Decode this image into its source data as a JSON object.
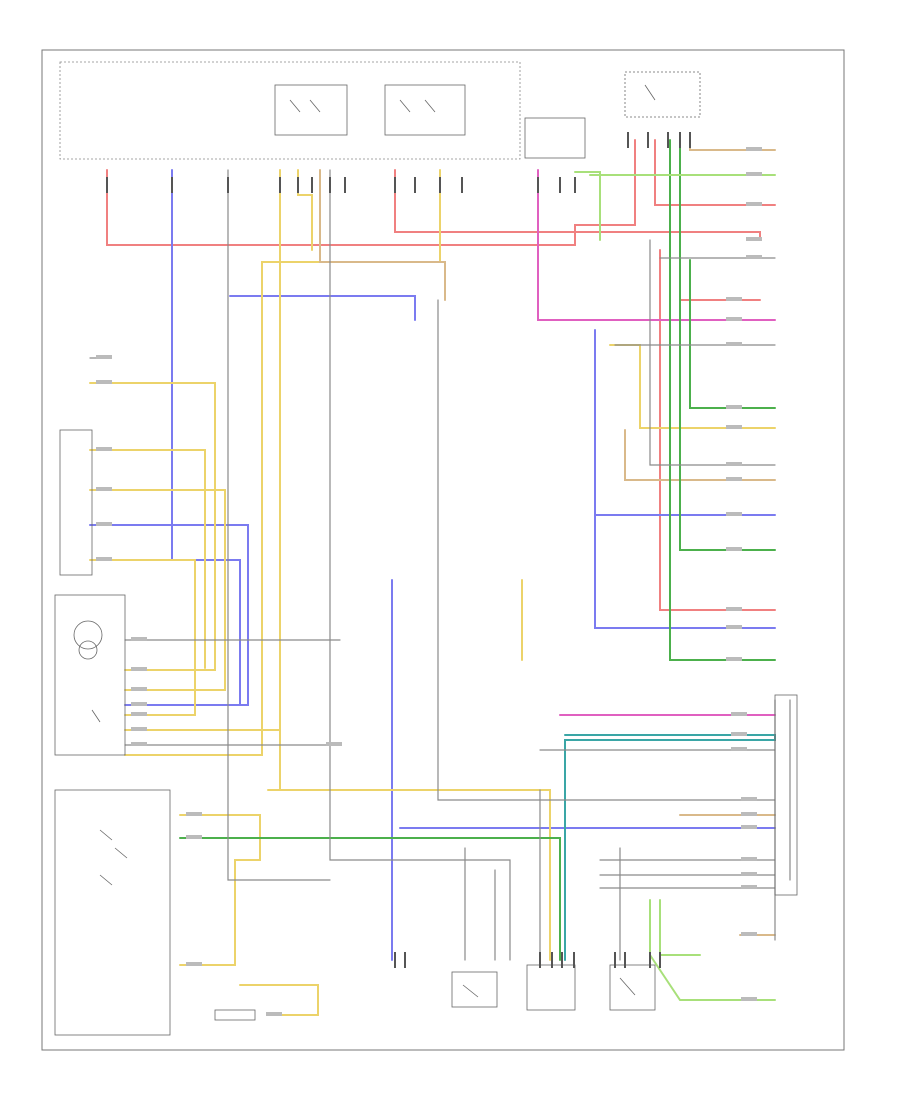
{
  "diagram": {
    "corner_label": "",
    "footer_code": "",
    "components": [
      {
        "id": "hot_fuse_left",
        "label": ""
      },
      {
        "id": "fuse_center",
        "label": ""
      },
      {
        "id": "hot_fuse_mid",
        "label": ""
      },
      {
        "id": "relay_1",
        "label": ""
      },
      {
        "id": "relay_2",
        "label": ""
      },
      {
        "id": "top_fuse_box",
        "label": ""
      },
      {
        "id": "cooling_fan_relay",
        "label": ""
      },
      {
        "id": "blower_motor",
        "label": ""
      },
      {
        "id": "blower_resistor",
        "label": ""
      },
      {
        "id": "blower_switch",
        "label": ""
      },
      {
        "id": "ac_switch",
        "label": ""
      },
      {
        "id": "ac_pressure_switch",
        "label": ""
      },
      {
        "id": "ambient_sensor",
        "label": ""
      },
      {
        "id": "evap_temp_sensor",
        "label": ""
      },
      {
        "id": "compressor_clutch",
        "label": ""
      },
      {
        "id": "coolant_sw",
        "label": ""
      },
      {
        "id": "ecm",
        "label": ""
      },
      {
        "id": "refrig_temp_sw",
        "label": ""
      },
      {
        "id": "pressure_switch_bottom",
        "label": ""
      },
      {
        "id": "fan_motor",
        "label": ""
      },
      {
        "id": "ac_compressor",
        "label": ""
      },
      {
        "id": "pcm_label",
        "label": ""
      },
      {
        "id": "ignition_sw",
        "label": ""
      }
    ]
  },
  "colors": {
    "red": "#f08080",
    "blue": "#7b7bf0",
    "yellow": "#ecd36a",
    "tan": "#d9b98a",
    "green": "#4cb04c",
    "lightgreen": "#a8e07a",
    "pink": "#e060c0",
    "gray": "#8a8a8a",
    "darkgray": "#555555",
    "teal": "#3aa6a6",
    "orange": "#f0b060",
    "frame": "#666666"
  }
}
